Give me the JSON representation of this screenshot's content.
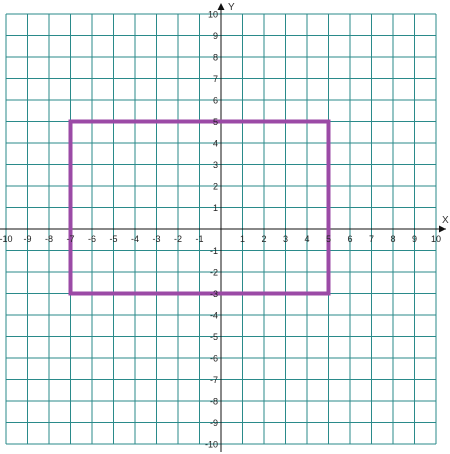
{
  "chart_data": {
    "type": "line",
    "xlabel": "X",
    "ylabel": "Y",
    "xlim": [
      -10,
      10
    ],
    "ylim": [
      -10,
      10
    ],
    "grid": true,
    "x_ticks": [
      -10,
      -9,
      -8,
      -7,
      -6,
      -5,
      -4,
      -3,
      -2,
      -1,
      1,
      2,
      3,
      4,
      5,
      6,
      7,
      8,
      9,
      10
    ],
    "y_ticks": [
      10,
      9,
      8,
      7,
      6,
      5,
      4,
      3,
      2,
      1,
      -1,
      -2,
      -3,
      -4,
      -5,
      -6,
      -7,
      -8,
      -9,
      -10
    ],
    "x_tick_labels": [
      "-10",
      "-9",
      "-8",
      "-7",
      "-6",
      "-5",
      "-4",
      "-3",
      "-2",
      "-1",
      "1",
      "2",
      "3",
      "4",
      "5",
      "6",
      "7",
      "8",
      "9",
      "10"
    ],
    "y_tick_labels": [
      "10",
      "9",
      "8",
      "7",
      "6",
      "5",
      "4",
      "3",
      "2",
      "1",
      "-1",
      "-2",
      "-3",
      "-4",
      "-5",
      "-6",
      "-7",
      "-8",
      "-9",
      "-10"
    ],
    "series": [
      {
        "shape": "rectangle",
        "color": "#9b4aa6",
        "points": [
          {
            "x": -7,
            "y": 5
          },
          {
            "x": 5,
            "y": 5
          },
          {
            "x": 5,
            "y": -3
          },
          {
            "x": -7,
            "y": -3
          }
        ]
      }
    ],
    "colors": {
      "grid": "#2a8a8a",
      "axis": "#111111"
    }
  }
}
